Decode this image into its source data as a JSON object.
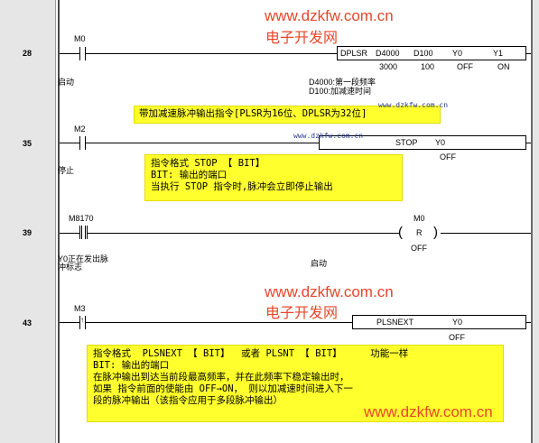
{
  "rungs": [
    {
      "step": "28",
      "contact_label": "M0",
      "contact_comment": "启动",
      "instruction": {
        "op": "DPLSR",
        "args": [
          "D4000",
          "D100",
          "Y0",
          "Y1"
        ]
      },
      "values": [
        "3000",
        "100",
        "OFF",
        "ON"
      ],
      "operand_comment": [
        "D4000:第一段频率",
        "D100:加减速时间"
      ],
      "note": [
        "带加减速脉冲输出指令[PLSR为16位、DPLSR为32位]"
      ]
    },
    {
      "step": "35",
      "contact_label": "M2",
      "contact_comment": "停止",
      "instruction": {
        "op": "STOP",
        "args": [
          "Y0"
        ]
      },
      "values": [
        "OFF"
      ],
      "note": [
        "指令格式 STOP 【 BIT】",
        "BIT: 输出的端口",
        "当执行 STOP 指令时,脉冲会立即停止输出"
      ]
    },
    {
      "step": "39",
      "contact_label": "M8170",
      "contact_comment": "Y0正在发出脉冲标志",
      "coil_label": "M0",
      "coil_arg": "R",
      "coil_value": "OFF",
      "coil_comment": "启动"
    },
    {
      "step": "43",
      "contact_label": "M3",
      "instruction": {
        "op": "PLSNEXT",
        "args": [
          "Y0"
        ]
      },
      "values": [
        "OFF"
      ],
      "note": [
        "指令格式  PLSNEXT 【 BIT】  或者 PLSNT 【 BIT】     功能一样",
        "BIT: 输出的端口",
        "在脉冲输出到达当前段最高频率，并在此频率下稳定输出时，",
        "如果 指令前面的使能由 OFF→ON， 则以加减速时间进入下一",
        "段的脉冲输出（该指令应用于多段脉冲输出）"
      ]
    }
  ],
  "watermarks": {
    "url": "www.dzkfw.com.cn",
    "cn": "电子开发网",
    "small_url": "www.dzkfw.com.cn"
  },
  "colors": {
    "note_bg": "#ffff2e",
    "watermark_red": "#e8462a",
    "gutter": "#e6e6e6"
  }
}
